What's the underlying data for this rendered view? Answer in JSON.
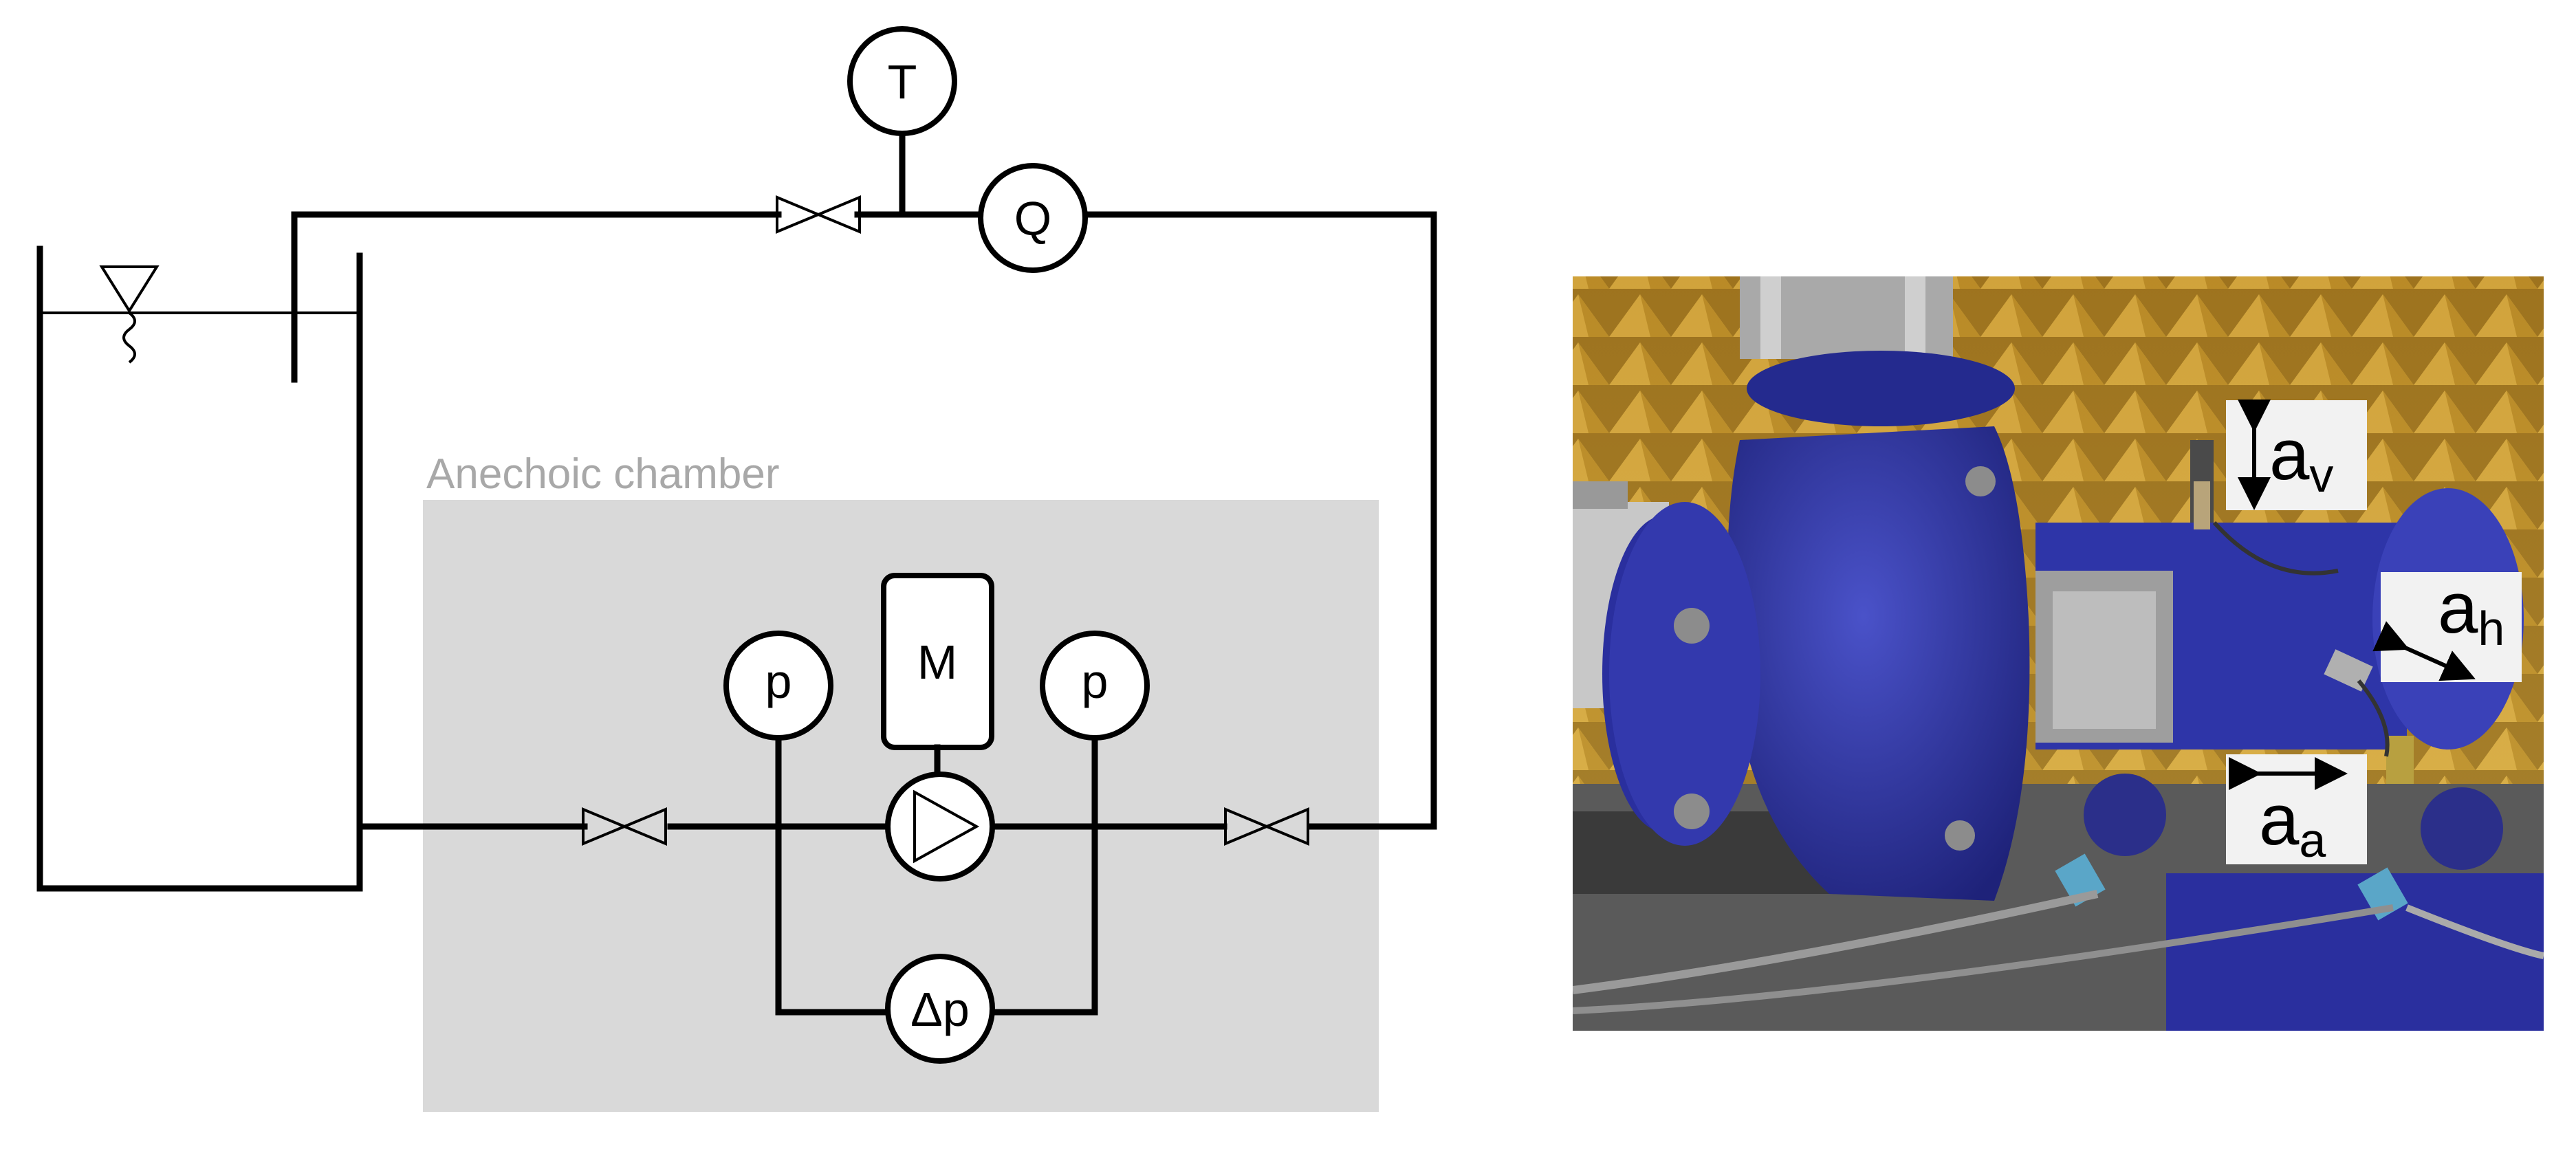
{
  "diagram": {
    "chamber_label": "Anechoic chamber",
    "temperature_sensor": "T",
    "flow_meter": "Q",
    "motor": "M",
    "pressure_inlet": "p",
    "pressure_outlet": "p",
    "differential_pressure": "Δp"
  },
  "photo": {
    "vertical_label": {
      "main": "a",
      "sub": "v"
    },
    "horizontal_label": {
      "main": "a",
      "sub": "h"
    },
    "axial_label": {
      "main": "a",
      "sub": "a"
    }
  },
  "colors": {
    "chamber_fill": "#d9d9d9",
    "chamber_text": "#a8a8a8",
    "pump_blue": "#2a2f9e",
    "foam_yellow": "#c9a23a"
  }
}
